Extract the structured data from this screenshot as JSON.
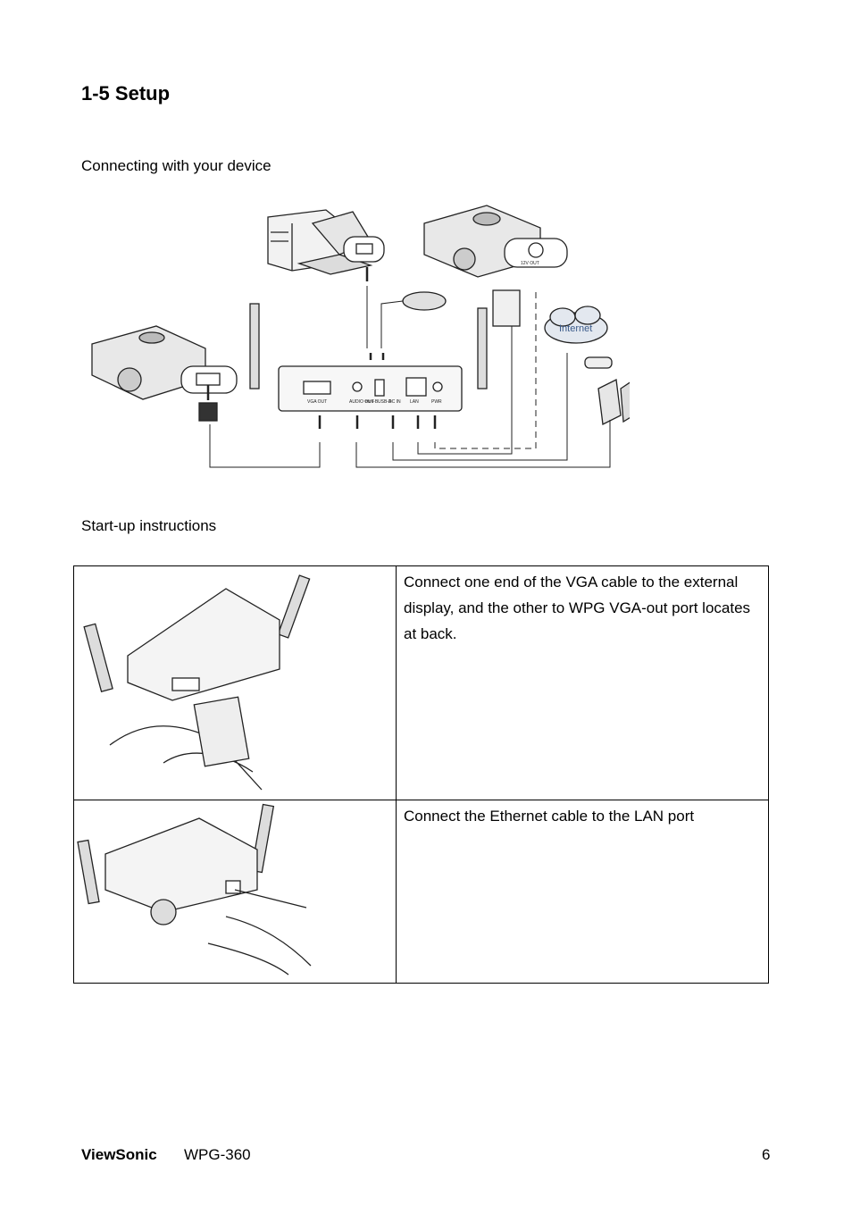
{
  "section": {
    "title": "1-5 Setup"
  },
  "connecting": {
    "heading": "Connecting with your device",
    "port_labels": [
      "VGA OUT",
      "AUDIO OUT",
      "mini-B",
      "USB-A",
      "DC IN",
      "LAN",
      "PWR"
    ],
    "projector_port_label": "12V OUT",
    "cloud_label": "Internet"
  },
  "startup": {
    "heading": "Start-up instructions",
    "steps": [
      {
        "text": "Connect one end of the VGA cable to the external display, and the other to WPG VGA-out port locates at back."
      },
      {
        "text": "Connect the Ethernet cable to the LAN port"
      }
    ]
  },
  "footer": {
    "brand": "ViewSonic",
    "model": "WPG-360",
    "page": "6"
  }
}
